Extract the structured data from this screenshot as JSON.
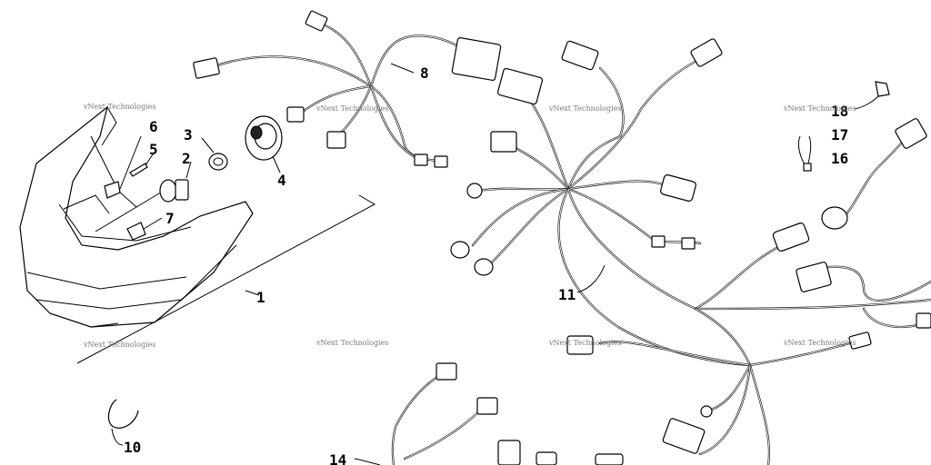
{
  "watermark": "vNext Technologies",
  "callouts": [
    "1",
    "2",
    "3",
    "4",
    "5",
    "6",
    "7",
    "8",
    "10",
    "11",
    "14",
    "16",
    "17",
    "18"
  ]
}
